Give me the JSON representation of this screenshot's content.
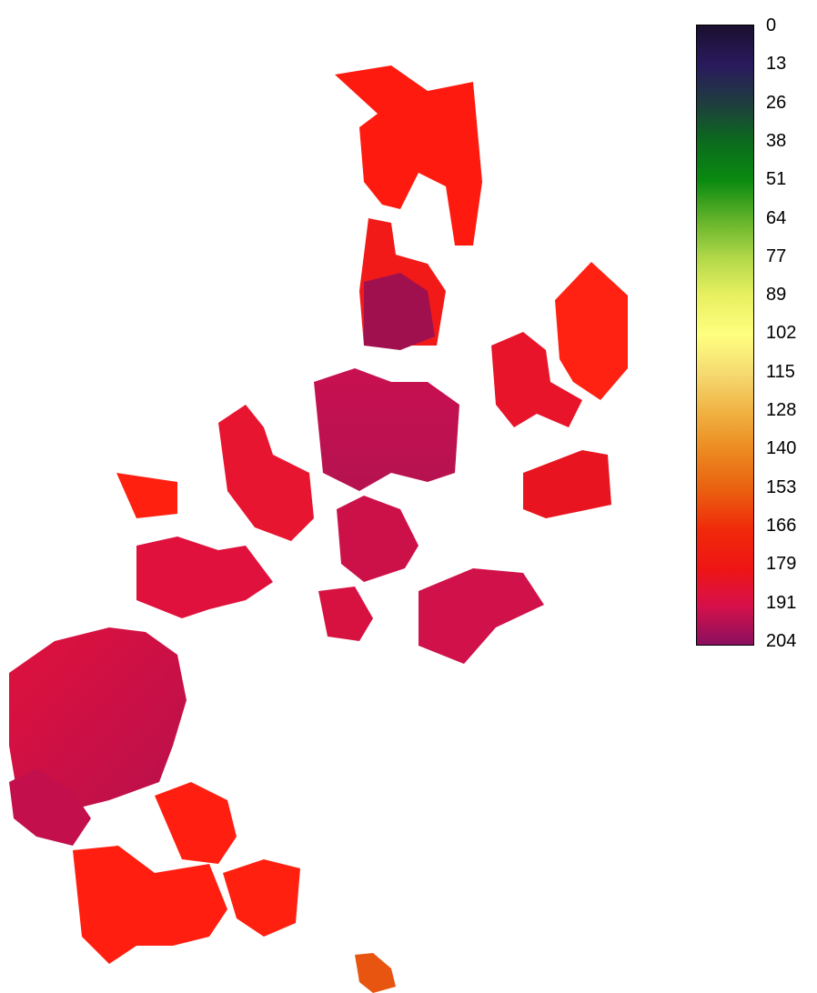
{
  "legend": {
    "labels": [
      "0",
      "13",
      "26",
      "38",
      "51",
      "64",
      "77",
      "89",
      "102",
      "115",
      "128",
      "140",
      "153",
      "166",
      "179",
      "191",
      "204"
    ],
    "gradient_stops": [
      {
        "value": 0,
        "color": "#1a0f2e"
      },
      {
        "value": 13,
        "color": "#2a1a5e"
      },
      {
        "value": 26,
        "color": "#1e3e3e"
      },
      {
        "value": 38,
        "color": "#0b6a1e"
      },
      {
        "value": 51,
        "color": "#0a8a10"
      },
      {
        "value": 64,
        "color": "#63b32a"
      },
      {
        "value": 77,
        "color": "#b4d94a"
      },
      {
        "value": 89,
        "color": "#e8f060"
      },
      {
        "value": 102,
        "color": "#ffff80"
      },
      {
        "value": 115,
        "color": "#f5d970"
      },
      {
        "value": 128,
        "color": "#f0b040"
      },
      {
        "value": 140,
        "color": "#ec8a20"
      },
      {
        "value": 153,
        "color": "#ea6010"
      },
      {
        "value": 166,
        "color": "#f02a0a"
      },
      {
        "value": 179,
        "color": "#ef1515"
      },
      {
        "value": 191,
        "color": "#d7104a"
      },
      {
        "value": 204,
        "color": "#8a0f5e"
      }
    ]
  },
  "map": {
    "fill_colors": {
      "red": "#ff1a10",
      "crimson": "#e0113c",
      "magenta": "#a5104f",
      "orange": "#e85510"
    }
  }
}
